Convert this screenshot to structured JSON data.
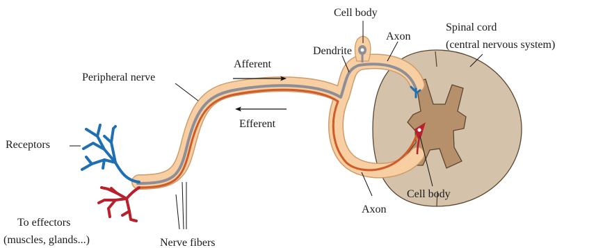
{
  "labels": {
    "cell_body_top": "Cell body",
    "axon_top": "Axon",
    "spinal_cord_line1": "Spinal cord",
    "spinal_cord_line2": "(central nervous system)",
    "dendrite": "Dendrite",
    "afferent": "Afferent",
    "efferent": "Efferent",
    "peripheral_nerve": "Peripheral nerve",
    "receptors": "Receptors",
    "effectors_line1": "To effectors",
    "effectors_line2": "(muscles, glands...)",
    "nerve_fibers": "Nerve fibers",
    "axon_bottom": "Axon",
    "cell_body_bottom": "Cell body"
  },
  "colors": {
    "nerve_sheath": "#f7cfa3",
    "nerve_sheath_outline": "#cf9b68",
    "afferent_fiber": "#8e8e96",
    "efferent_fiber": "#d05a28",
    "receptor_branches": "#1f6fb3",
    "effector_branches": "#b8202c",
    "spinal_cord_white_matter": "#d4c2aa",
    "spinal_cord_gray_matter": "#b6906a",
    "outline": "#5a4632"
  }
}
